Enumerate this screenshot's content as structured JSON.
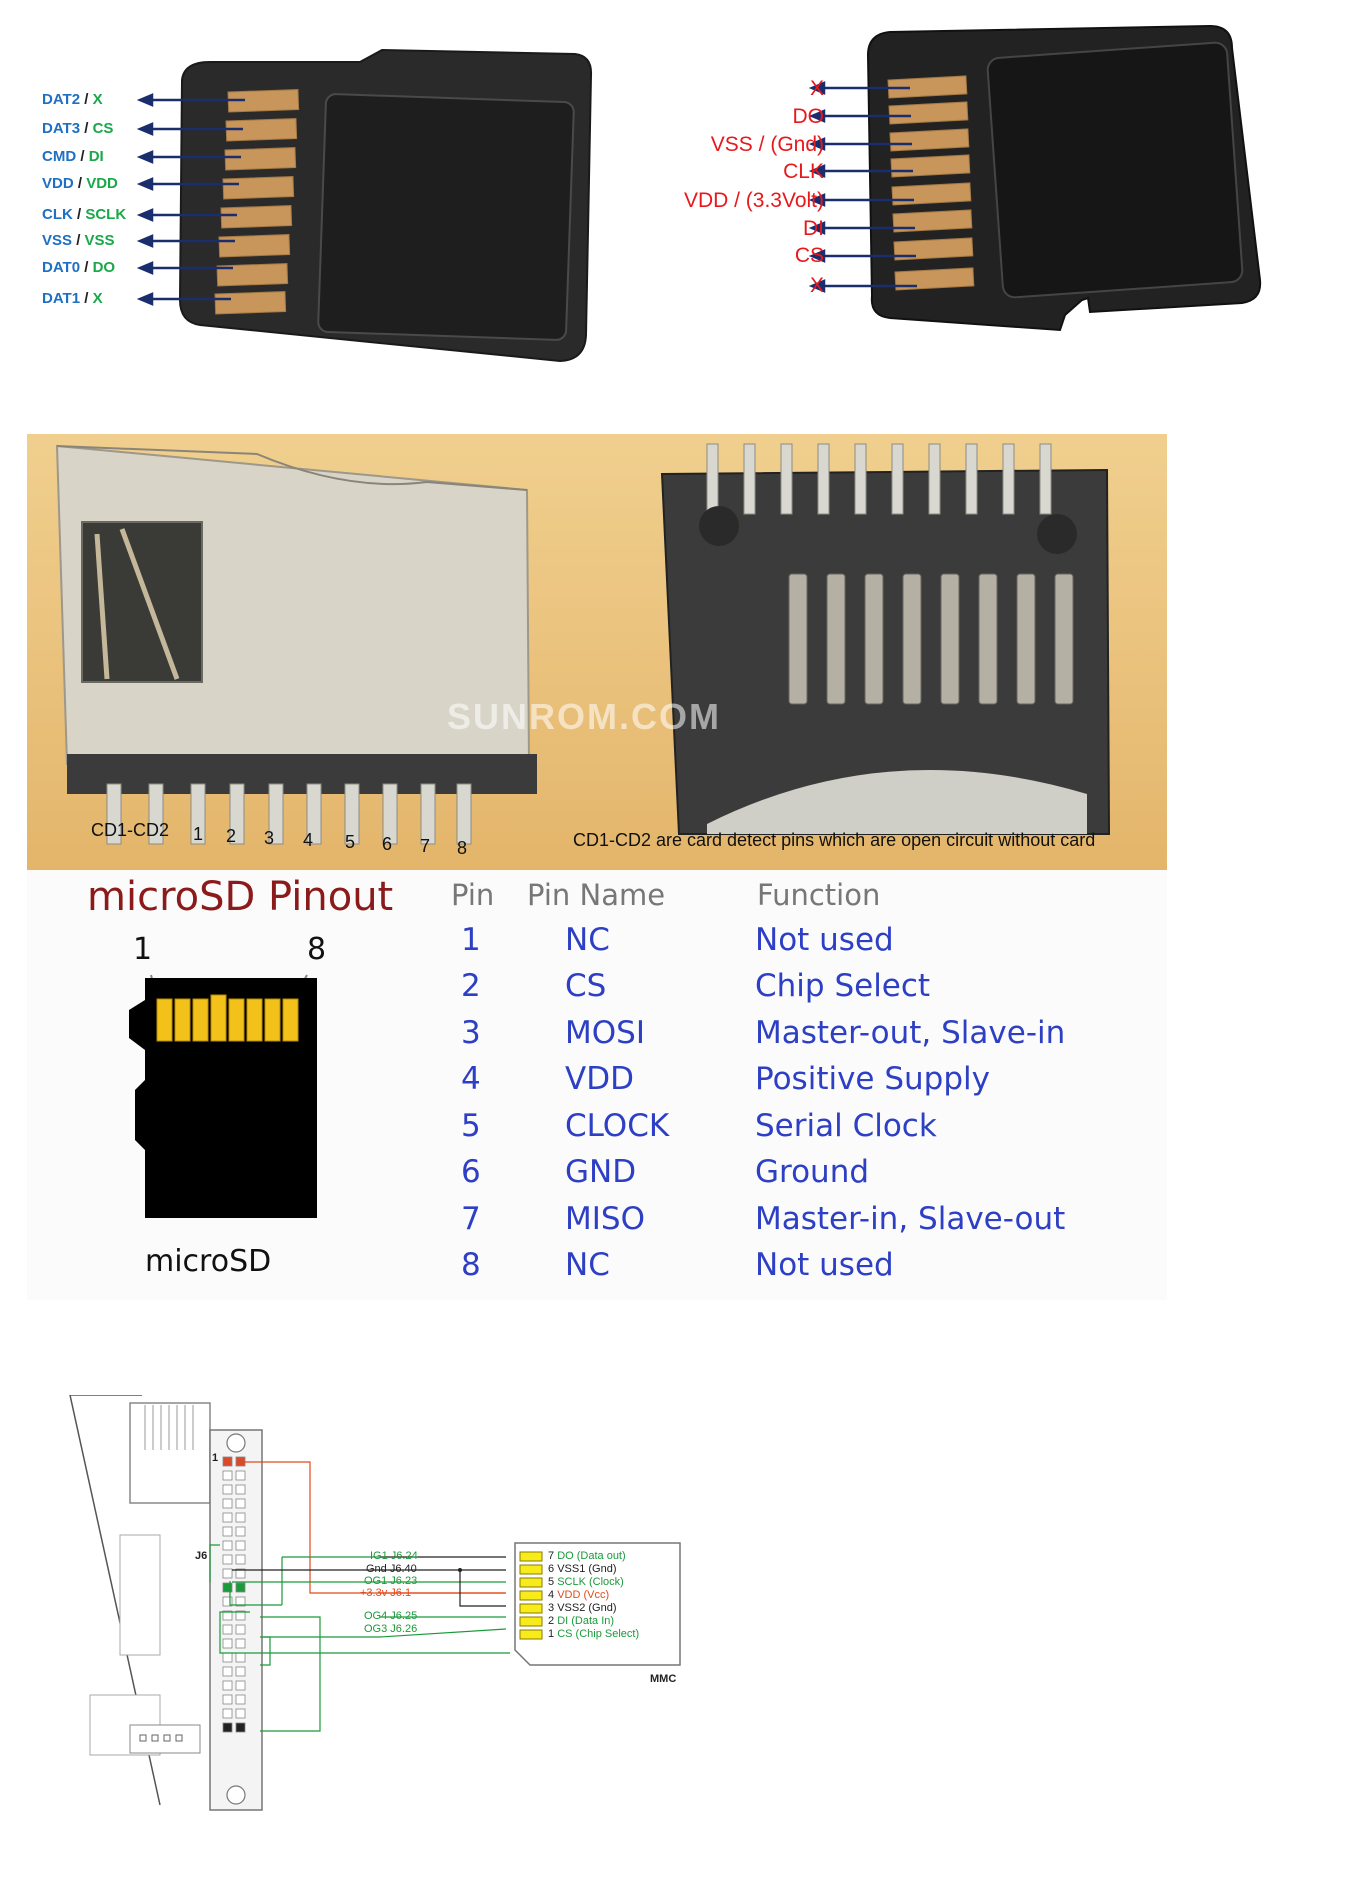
{
  "left_card": {
    "pins": [
      {
        "sd": "DAT2",
        "spi": "X"
      },
      {
        "sd": "DAT3",
        "spi": "CS"
      },
      {
        "sd": "CMD",
        "spi": "DI"
      },
      {
        "sd": "VDD",
        "spi": "VDD"
      },
      {
        "sd": "CLK",
        "spi": "SCLK"
      },
      {
        "sd": "VSS",
        "spi": "VSS"
      },
      {
        "sd": "DAT0",
        "spi": "DO"
      },
      {
        "sd": "DAT1",
        "spi": "X"
      }
    ],
    "separator": "/",
    "colors": {
      "sd": "#1f6fc2",
      "spi": "#19a84a",
      "arrow": "#1a2e6e"
    }
  },
  "right_card": {
    "pins": [
      "X",
      "DO",
      "VSS / (Gnd)",
      "CLK",
      "VDD / (3.3Volt)",
      "DI",
      "CS",
      "X"
    ],
    "color": "#e8181b"
  },
  "photo": {
    "pin_labels": [
      "CD1-CD2",
      "1",
      "2",
      "3",
      "4",
      "5",
      "6",
      "7",
      "8"
    ],
    "note": "CD1-CD2 are card detect pins which are open circuit without card",
    "watermark": "SUNROM.COM"
  },
  "pinout": {
    "title": "microSD Pinout",
    "card_pin_first": "1",
    "card_pin_last": "8",
    "card_caption": "microSD",
    "headers": {
      "pin": "Pin",
      "name": "Pin Name",
      "function": "Function"
    },
    "rows": [
      {
        "pin": "1",
        "name": "NC",
        "function": "Not used"
      },
      {
        "pin": "2",
        "name": "CS",
        "function": "Chip Select"
      },
      {
        "pin": "3",
        "name": "MOSI",
        "function": "Master-out, Slave-in"
      },
      {
        "pin": "4",
        "name": "VDD",
        "function": "Positive Supply"
      },
      {
        "pin": "5",
        "name": "CLOCK",
        "function": "Serial Clock"
      },
      {
        "pin": "6",
        "name": "GND",
        "function": "Ground"
      },
      {
        "pin": "7",
        "name": "MISO",
        "function": "Master-in, Slave-out"
      },
      {
        "pin": "8",
        "name": "NC",
        "function": "Not used"
      }
    ]
  },
  "schematic": {
    "header_name": "J6",
    "header_pin1": "1",
    "signals": [
      {
        "text": "IG1  J6.24",
        "color": "green"
      },
      {
        "text": "Gnd J6.40",
        "color": "black"
      },
      {
        "text": "OG1  J6.23",
        "color": "green"
      },
      {
        "text": "+3.3v    J6.1",
        "color": "orange"
      },
      {
        "text": "OG4  J6.25",
        "color": "green"
      },
      {
        "text": "OG3  J6.26",
        "color": "green"
      }
    ],
    "mmc_pins": [
      {
        "num": "7",
        "label": "DO (Data out)",
        "color": "green"
      },
      {
        "num": "6",
        "label": "VSS1 (Gnd)",
        "color": "black"
      },
      {
        "num": "5",
        "label": "SCLK (Clock)",
        "color": "green"
      },
      {
        "num": "4",
        "label": "VDD (Vcc)",
        "color": "orange"
      },
      {
        "num": "3",
        "label": "VSS2 (Gnd)",
        "color": "black"
      },
      {
        "num": "2",
        "label": "DI (Data In)",
        "color": "green"
      },
      {
        "num": "1",
        "label": "CS (Chip Select)",
        "color": "green"
      }
    ],
    "mmc_name": "MMC"
  }
}
